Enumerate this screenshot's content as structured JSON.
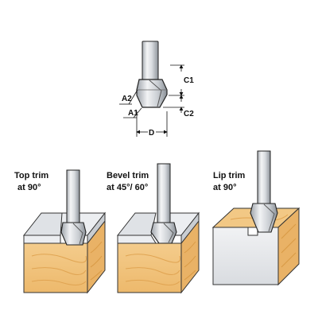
{
  "dimensions": {
    "c1": "C1",
    "c2": "C2",
    "a1": "A1",
    "a2": "A2",
    "d": "D"
  },
  "panels": [
    {
      "line1": "Top trim",
      "line2": "at 90°"
    },
    {
      "line1": "Bevel trim",
      "line2": "at 45°/ 60°"
    },
    {
      "line1": "Lip trim",
      "line2": "at 90°"
    }
  ],
  "colors": {
    "wood": "#F1C47E",
    "wood_grain": "#E3A95A",
    "laminate": "#E9EBEE",
    "steel_light": "#E6E8EB",
    "steel_dark": "#9AA0A7",
    "outline": "#222222"
  }
}
